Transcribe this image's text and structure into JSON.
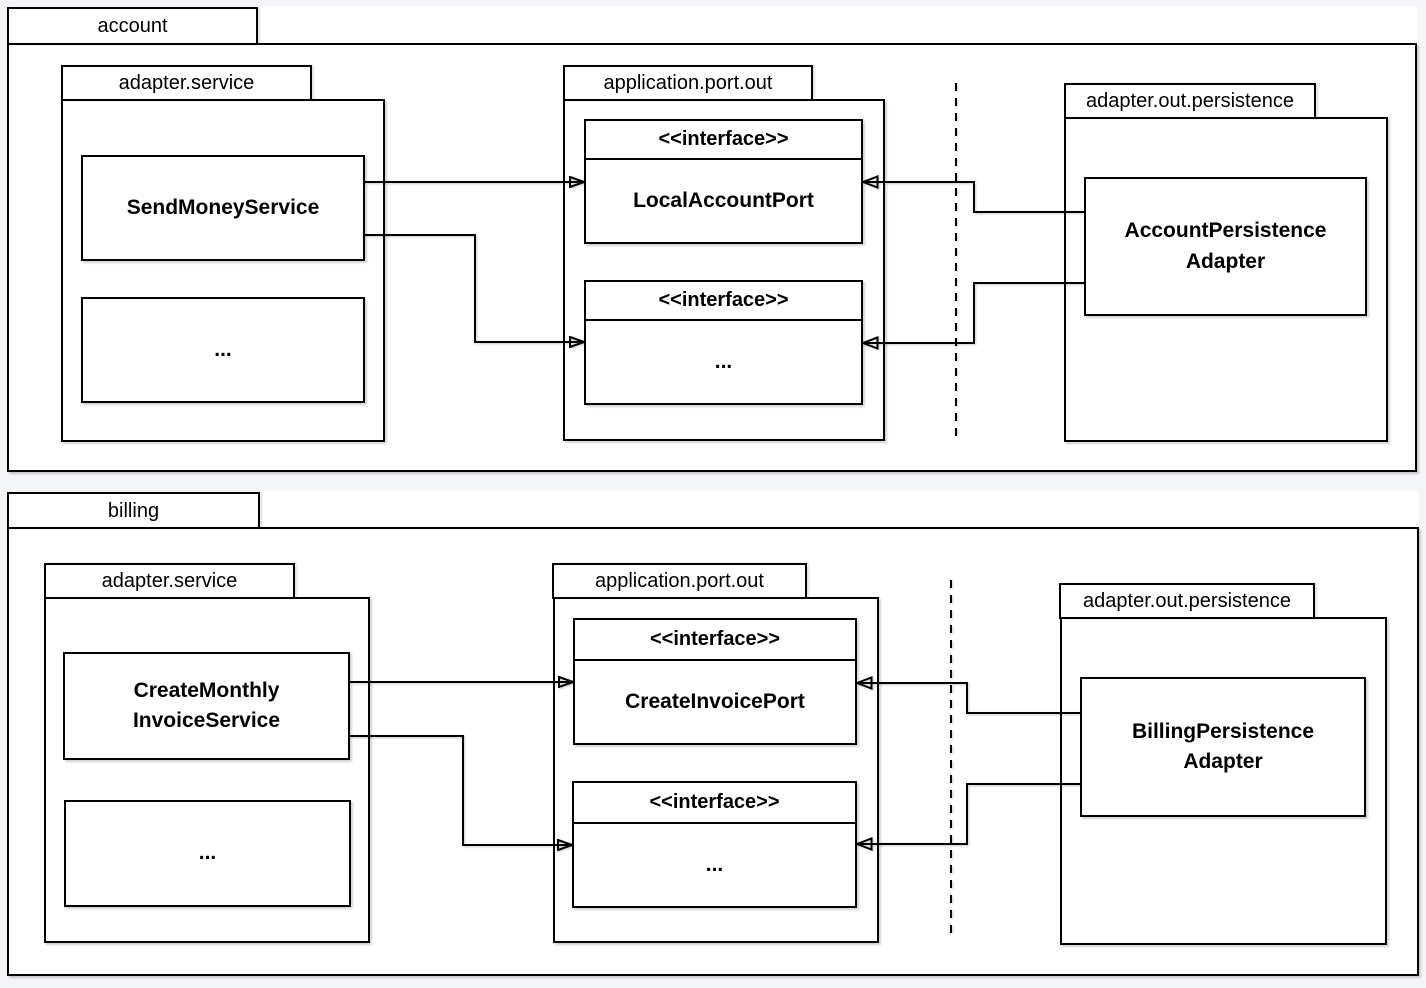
{
  "diagram_type": "uml-package-diagram",
  "colors": {
    "background": "#f4f5f8",
    "stroke": "#000000",
    "shape_fill": "#ffffff"
  },
  "account": {
    "package_label": "account",
    "adapter_service": {
      "label": "adapter.service",
      "service_name": "SendMoneyService",
      "ellipsis_label": "..."
    },
    "application_port_out": {
      "label": "application.port.out",
      "interface1_stereotype": "<<interface>>",
      "interface1_name": "LocalAccountPort",
      "interface2_stereotype": "<<interface>>",
      "interface2_name": "..."
    },
    "adapter_out_persistence": {
      "label": "adapter.out.persistence",
      "adapter_name_line1": "AccountPersistence",
      "adapter_name_line2": "Adapter"
    },
    "relations": [
      {
        "from": "SendMoneyService",
        "to": "LocalAccountPort",
        "type": "dependency",
        "arrowhead": "filled"
      },
      {
        "from": "SendMoneyService",
        "to": "...",
        "type": "dependency",
        "arrowhead": "filled"
      },
      {
        "from": "AccountPersistenceAdapter",
        "to": "LocalAccountPort",
        "type": "realization",
        "arrowhead": "hollow"
      },
      {
        "from": "AccountPersistenceAdapter",
        "to": "...",
        "type": "realization",
        "arrowhead": "hollow"
      }
    ],
    "has_dashed_boundary": true
  },
  "billing": {
    "package_label": "billing",
    "adapter_service": {
      "label": "adapter.service",
      "service_name_line1": "CreateMonthly",
      "service_name_line2": "InvoiceService",
      "ellipsis_label": "..."
    },
    "application_port_out": {
      "label": "application.port.out",
      "interface1_stereotype": "<<interface>>",
      "interface1_name": "CreateInvoicePort",
      "interface2_stereotype": "<<interface>>",
      "interface2_name": "..."
    },
    "adapter_out_persistence": {
      "label": "adapter.out.persistence",
      "adapter_name_line1": "BillingPersistence",
      "adapter_name_line2": "Adapter"
    },
    "relations": [
      {
        "from": "CreateMonthlyInvoiceService",
        "to": "CreateInvoicePort",
        "type": "dependency",
        "arrowhead": "filled"
      },
      {
        "from": "CreateMonthlyInvoiceService",
        "to": "...",
        "type": "dependency",
        "arrowhead": "filled"
      },
      {
        "from": "BillingPersistenceAdapter",
        "to": "CreateInvoicePort",
        "type": "realization",
        "arrowhead": "hollow"
      },
      {
        "from": "BillingPersistenceAdapter",
        "to": "...",
        "type": "realization",
        "arrowhead": "hollow"
      }
    ],
    "has_dashed_boundary": true
  }
}
